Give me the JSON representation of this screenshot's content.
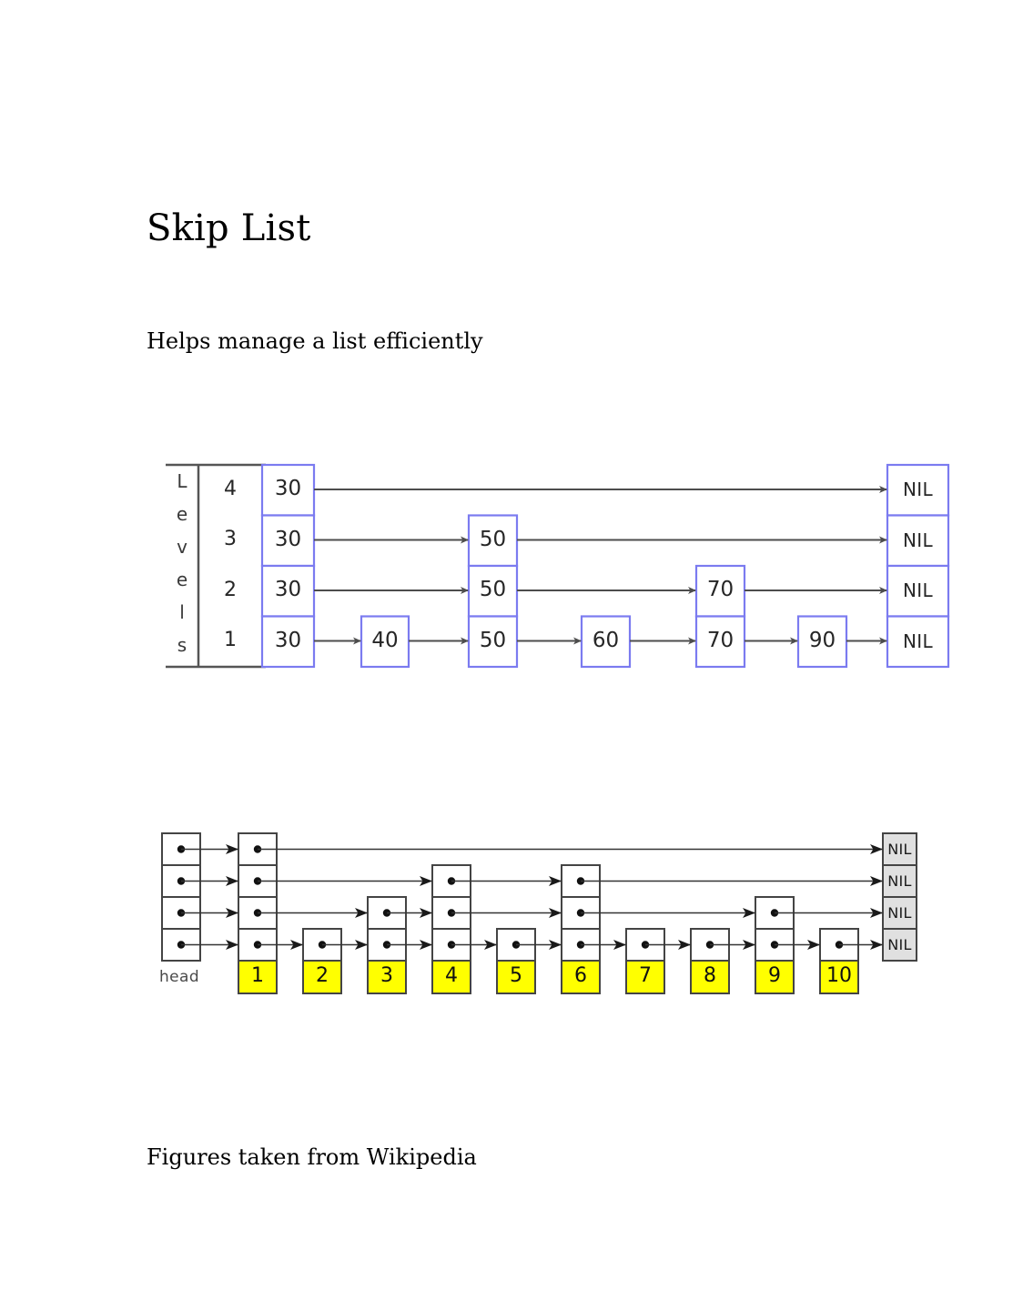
{
  "page": {
    "title": "Skip List",
    "subtitle": "Helps manage a list efficiently",
    "footnote": "Figures taken from Wikipedia"
  },
  "colors": {
    "node_border": "#7b7bf0",
    "node_fill": "#ffffff",
    "arrow": "#4d4d4d",
    "axis": "#555555",
    "text": "#262626",
    "pointer_border": "#333333",
    "key_fill": "#ffff00",
    "nil_fill": "#e0e0e0",
    "background": "#ffffff"
  },
  "figure_levels": {
    "name": "skip-list-levels-figure",
    "axis_label_letters": [
      "L",
      "e",
      "v",
      "e",
      "l",
      "s"
    ],
    "axis_label_text": "Levels",
    "level_numbers": [
      "4",
      "3",
      "2",
      "1"
    ],
    "columns": [
      {
        "key": "30",
        "levels": [
          "4",
          "3",
          "2",
          "1"
        ]
      },
      {
        "key": "40",
        "levels": [
          "1"
        ]
      },
      {
        "key": "50",
        "levels": [
          "3",
          "2",
          "1"
        ]
      },
      {
        "key": "60",
        "levels": [
          "1"
        ]
      },
      {
        "key": "70",
        "levels": [
          "2",
          "1"
        ]
      },
      {
        "key": "90",
        "levels": [
          "1"
        ]
      },
      {
        "key": "NIL",
        "levels": [
          "4",
          "3",
          "2",
          "1"
        ]
      }
    ],
    "rows": [
      {
        "level": "4",
        "sequence": [
          "30",
          "NIL"
        ]
      },
      {
        "level": "3",
        "sequence": [
          "30",
          "50",
          "NIL"
        ]
      },
      {
        "level": "2",
        "sequence": [
          "30",
          "50",
          "70",
          "NIL"
        ]
      },
      {
        "level": "1",
        "sequence": [
          "30",
          "40",
          "50",
          "60",
          "70",
          "90",
          "NIL"
        ]
      }
    ],
    "terminator_label": "NIL"
  },
  "figure_pointers": {
    "name": "skip-list-pointer-figure",
    "head_label": "head",
    "head_levels": 4,
    "terminator_label": "NIL",
    "terminator_levels": 4,
    "nodes": [
      {
        "key": "1",
        "height": 4
      },
      {
        "key": "2",
        "height": 1
      },
      {
        "key": "3",
        "height": 2
      },
      {
        "key": "4",
        "height": 3
      },
      {
        "key": "5",
        "height": 1
      },
      {
        "key": "6",
        "height": 3
      },
      {
        "key": "7",
        "height": 1
      },
      {
        "key": "8",
        "height": 1
      },
      {
        "key": "9",
        "height": 2
      },
      {
        "key": "10",
        "height": 1
      }
    ],
    "rows": [
      {
        "level": 4,
        "sequence": [
          "head",
          "1",
          "NIL"
        ]
      },
      {
        "level": 3,
        "sequence": [
          "head",
          "1",
          "4",
          "6",
          "NIL"
        ]
      },
      {
        "level": 2,
        "sequence": [
          "head",
          "1",
          "3",
          "4",
          "6",
          "9",
          "NIL"
        ]
      },
      {
        "level": 1,
        "sequence": [
          "head",
          "1",
          "2",
          "3",
          "4",
          "5",
          "6",
          "7",
          "8",
          "9",
          "10",
          "NIL"
        ]
      }
    ]
  }
}
